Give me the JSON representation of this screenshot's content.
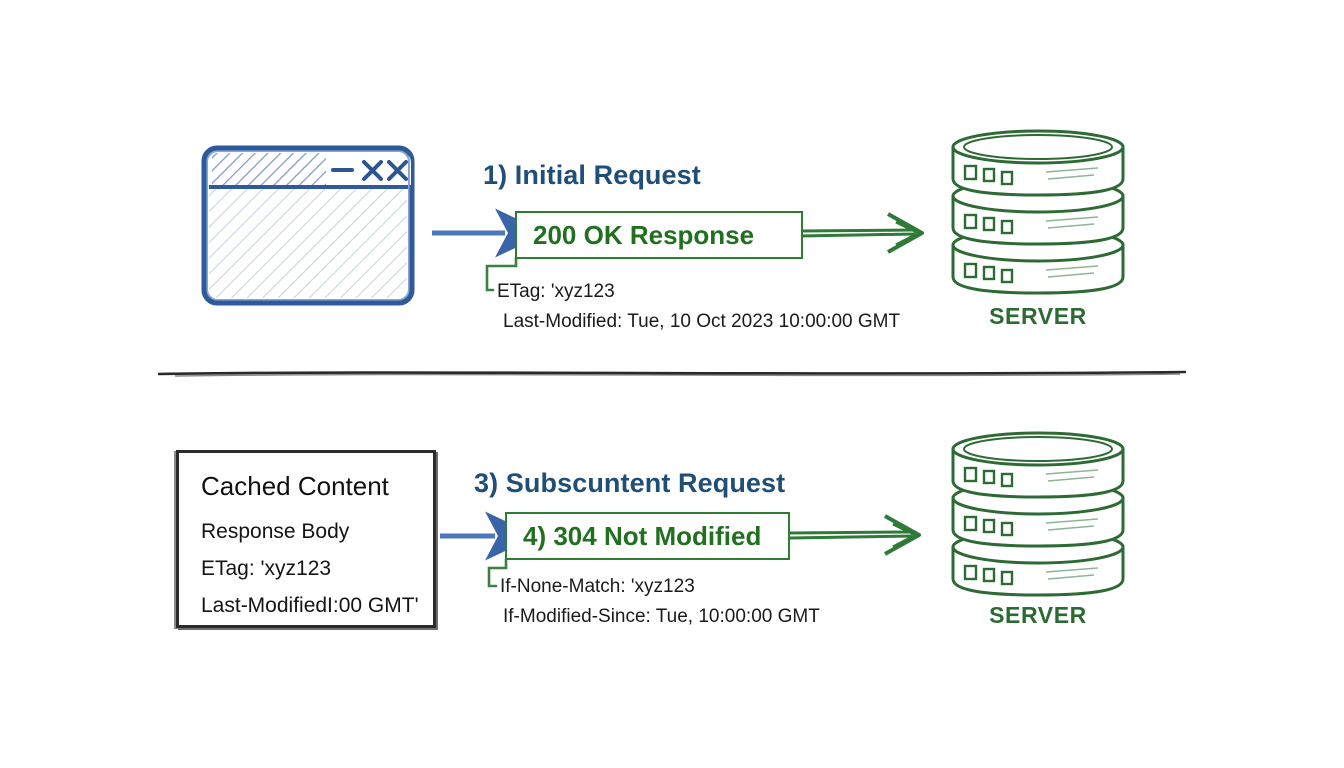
{
  "diagram": {
    "title_colors": {
      "heading_blue": "#1f4e79",
      "status_green": "#21701f",
      "server_green": "#2b6b33",
      "box_border_green": "#2e7d32",
      "browser_blue": "#3f6fb5",
      "cached_border": "#2b2b2b",
      "background": "#ffffff"
    },
    "divider": {
      "name": "section-divider"
    }
  },
  "top_flow": {
    "browser": {
      "name": "browser-window",
      "titlebar_icons": [
        "minimize-icon",
        "close-icon",
        "close-icon"
      ]
    },
    "heading": "1) Initial Request",
    "request_arrow": "request-arrow-blue",
    "status_box": "200 OK Response",
    "response_arrow": "response-arrow-green",
    "details": [
      "ETag: 'xyz123",
      "Last-Modified: Tue, 10 Oct 2023 10:00:00 GMT"
    ],
    "server": {
      "label": "SERVER",
      "tiers": 3,
      "leds_per_tier": 3
    }
  },
  "bottom_flow": {
    "cached_box": {
      "title": "Cached Content",
      "lines": [
        "Response Body",
        "ETag: 'xyz123",
        "Last-ModifiedI:00 GMT'"
      ]
    },
    "heading": "3) Subscuntent Request",
    "request_arrow": "request-arrow-blue",
    "status_box": "4) 304 Not Modified",
    "response_arrow": "response-arrow-green",
    "details": [
      "If-None-Match: 'xyz123",
      "If-Modified-Since: Tue, 10:00:00 GMT"
    ],
    "server": {
      "label": "SERVER",
      "tiers": 3,
      "leds_per_tier": 3
    }
  }
}
